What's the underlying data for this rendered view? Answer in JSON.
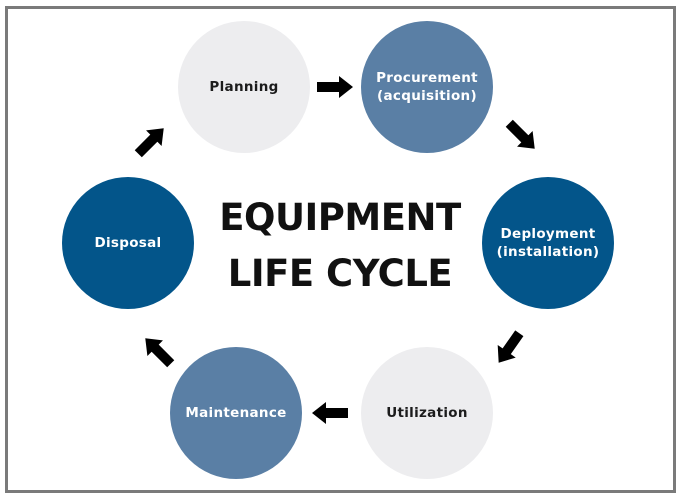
{
  "title": {
    "line1": "EQUIPMENT",
    "line2": "LIFE CYCLE"
  },
  "stages": [
    {
      "id": "planning",
      "label": "Planning",
      "style": "light"
    },
    {
      "id": "procurement",
      "label": "Procurement\n(acquisition)",
      "style": "mid"
    },
    {
      "id": "deployment",
      "label": "Deployment\n(installation)",
      "style": "dark"
    },
    {
      "id": "utilization",
      "label": "Utilization",
      "style": "light"
    },
    {
      "id": "maintenance",
      "label": "Maintenance",
      "style": "mid"
    },
    {
      "id": "disposal",
      "label": "Disposal",
      "style": "dark"
    }
  ],
  "flow": [
    {
      "from": "Planning",
      "to": "Procurement (acquisition)",
      "icon": "arrow-right-icon"
    },
    {
      "from": "Procurement (acquisition)",
      "to": "Deployment (installation)",
      "icon": "arrow-down-right-icon"
    },
    {
      "from": "Deployment (installation)",
      "to": "Utilization",
      "icon": "arrow-down-left-icon"
    },
    {
      "from": "Utilization",
      "to": "Maintenance",
      "icon": "arrow-left-icon"
    },
    {
      "from": "Maintenance",
      "to": "Disposal",
      "icon": "arrow-up-left-icon"
    },
    {
      "from": "Disposal",
      "to": "Planning",
      "icon": "arrow-up-right-icon"
    }
  ],
  "colors": {
    "light": "#ededef",
    "mid": "#5a7fa5",
    "dark": "#03558a",
    "arrow": "#000000",
    "border": "#7a7a7a"
  }
}
